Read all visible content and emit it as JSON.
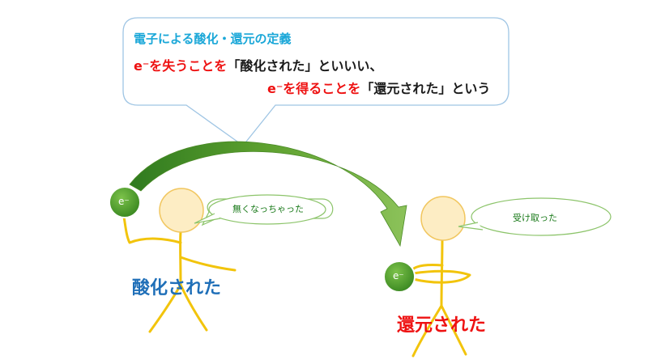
{
  "definition": {
    "title": "電子による酸化・還元の定義",
    "line1": {
      "e": "e⁻を失うことを",
      "quote": "「酸化された」といいい、"
    },
    "line2": {
      "e": "e⁻を得ることを",
      "quote": "「還元された」という"
    }
  },
  "person_left": {
    "speech": "無くなっちゃった",
    "label": "酸化された",
    "electron": "e⁻"
  },
  "person_right": {
    "speech": "受け取った",
    "label": "還元された",
    "electron": "e⁻"
  },
  "colors": {
    "title": "#1aa7d8",
    "red": "#ee1111",
    "blue_label": "#1f6fb8",
    "stick": "#f2c40c",
    "head_fill": "#fdedc4",
    "head_stroke": "#f1c65e",
    "electron": "#4a9a2a",
    "arrow": "#5ea12f",
    "bubble_stroke": "#9fc5e4",
    "speech_stroke": "#8cc46a",
    "speech_text": "#1a7a1a"
  }
}
